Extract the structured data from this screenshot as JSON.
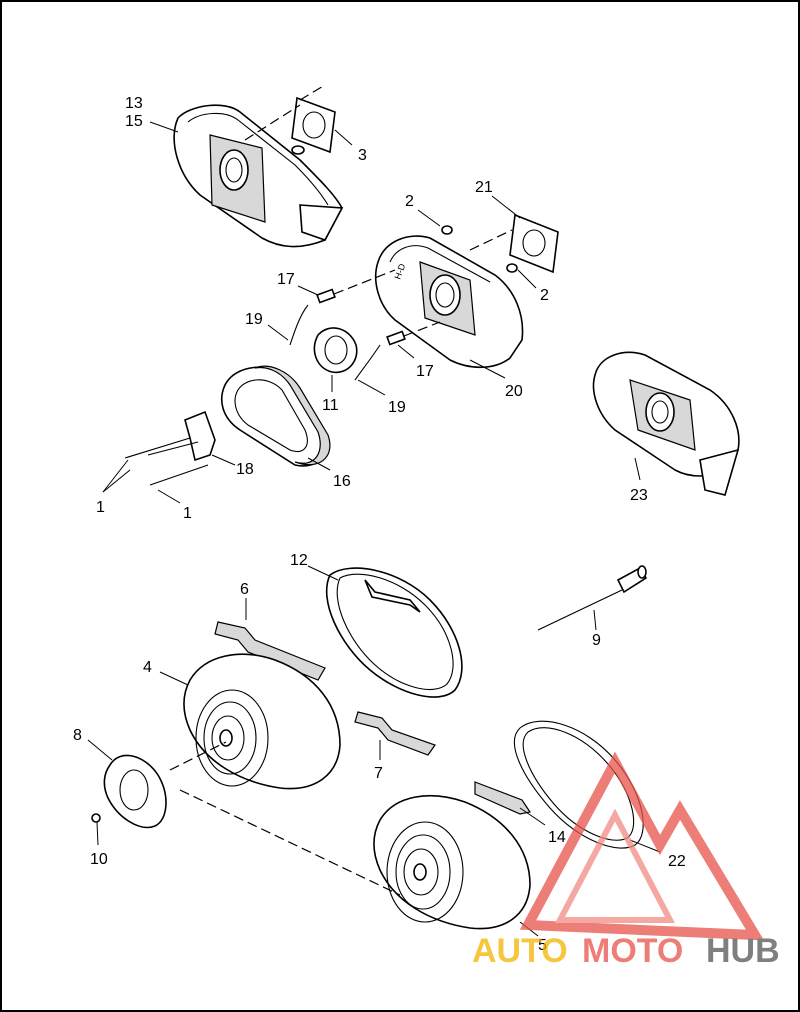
{
  "callouts": [
    {
      "id": "c13",
      "text": "13"
    },
    {
      "id": "c15",
      "text": "15"
    },
    {
      "id": "c3",
      "text": "3"
    },
    {
      "id": "c2a",
      "text": "2"
    },
    {
      "id": "c21",
      "text": "21"
    },
    {
      "id": "c2b",
      "text": "2"
    },
    {
      "id": "c17a",
      "text": "17"
    },
    {
      "id": "c19a",
      "text": "19"
    },
    {
      "id": "c17b",
      "text": "17"
    },
    {
      "id": "c11",
      "text": "11"
    },
    {
      "id": "c19b",
      "text": "19"
    },
    {
      "id": "c20",
      "text": "20"
    },
    {
      "id": "c18",
      "text": "18"
    },
    {
      "id": "c16",
      "text": "16"
    },
    {
      "id": "c23",
      "text": "23"
    },
    {
      "id": "c1a",
      "text": "1"
    },
    {
      "id": "c1b",
      "text": "1"
    },
    {
      "id": "c12",
      "text": "12"
    },
    {
      "id": "c6",
      "text": "6"
    },
    {
      "id": "c9",
      "text": "9"
    },
    {
      "id": "c4",
      "text": "4"
    },
    {
      "id": "c8",
      "text": "8"
    },
    {
      "id": "c7",
      "text": "7"
    },
    {
      "id": "c14",
      "text": "14"
    },
    {
      "id": "c10",
      "text": "10"
    },
    {
      "id": "c22",
      "text": "22"
    },
    {
      "id": "c5",
      "text": "5"
    }
  ],
  "watermark": {
    "part1": "AUTO",
    "part2": "MOTO",
    "part3": "HUB",
    "color1": "#f4b400",
    "color2": "#e8534a",
    "color3": "#555555"
  }
}
